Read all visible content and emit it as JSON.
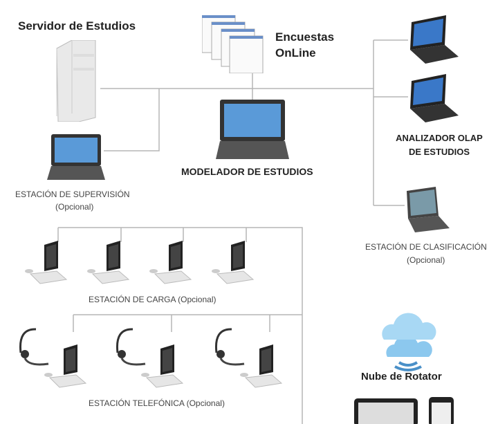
{
  "labels": {
    "server": "Servidor de Estudios",
    "surveys_line1": "Encuestas",
    "surveys_line2": "OnLine",
    "modeler": "MODELADOR DE ESTUDIOS",
    "olap_line1": "ANALIZADOR OLAP",
    "olap_line2": "DE ESTUDIOS",
    "supervision": "ESTACIÓN DE  SUPERVISIÓN",
    "supervision_opt": "(Opcional)",
    "classification": "ESTACIÓN DE  CLASIFICACIÓN",
    "classification_opt": "(Opcional)",
    "load": "ESTACIÓN DE CARGA  (Opcional)",
    "phone": "ESTACIÓN TELEFÓNICA (Opcional)",
    "cloud": "Nube de Rotator"
  },
  "colors": {
    "line": "#b0b0b0",
    "screen": "#3a78c8",
    "cloud": "#7cc0ea"
  }
}
